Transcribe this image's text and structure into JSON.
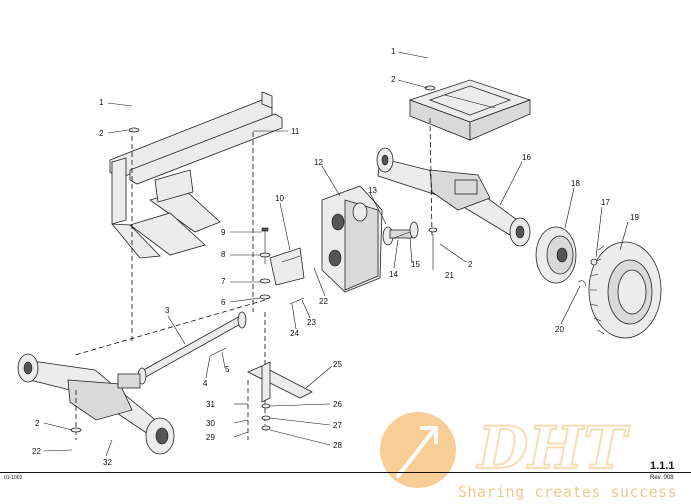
{
  "diagram": {
    "callouts": [
      {
        "id": "1",
        "label": "1"
      },
      {
        "id": "2",
        "label": "2"
      },
      {
        "id": "11",
        "label": "11"
      },
      {
        "id": "1b",
        "label": "1"
      },
      {
        "id": "2b",
        "label": "2"
      },
      {
        "id": "12",
        "label": "12"
      },
      {
        "id": "16",
        "label": "16"
      },
      {
        "id": "18",
        "label": "18"
      },
      {
        "id": "17",
        "label": "17"
      },
      {
        "id": "19",
        "label": "19"
      },
      {
        "id": "13",
        "label": "13"
      },
      {
        "id": "10",
        "label": "10"
      },
      {
        "id": "9",
        "label": "9"
      },
      {
        "id": "8",
        "label": "8"
      },
      {
        "id": "7",
        "label": "7"
      },
      {
        "id": "6",
        "label": "6"
      },
      {
        "id": "14",
        "label": "14"
      },
      {
        "id": "15",
        "label": "15"
      },
      {
        "id": "21",
        "label": "21"
      },
      {
        "id": "2c",
        "label": "2"
      },
      {
        "id": "22",
        "label": "22"
      },
      {
        "id": "23",
        "label": "23"
      },
      {
        "id": "24",
        "label": "24"
      },
      {
        "id": "20",
        "label": "20"
      },
      {
        "id": "3",
        "label": "3"
      },
      {
        "id": "4",
        "label": "4"
      },
      {
        "id": "5",
        "label": "5"
      },
      {
        "id": "25",
        "label": "25"
      },
      {
        "id": "31",
        "label": "31"
      },
      {
        "id": "26",
        "label": "26"
      },
      {
        "id": "30",
        "label": "30"
      },
      {
        "id": "27",
        "label": "27"
      },
      {
        "id": "29",
        "label": "29"
      },
      {
        "id": "28",
        "label": "28"
      },
      {
        "id": "2d",
        "label": "2"
      },
      {
        "id": "22b",
        "label": "22"
      },
      {
        "id": "32",
        "label": "32"
      }
    ]
  },
  "footer": {
    "page_number": "1.1.1",
    "revision": "Rev. 008",
    "drawing_code": "01-1002"
  },
  "watermark": {
    "logo_text": "DHT",
    "slogan": "Sharing creates success"
  },
  "colors": {
    "watermark_orange": "#f4a640",
    "watermark_pale": "#f7dcb4",
    "line": "#111111"
  }
}
